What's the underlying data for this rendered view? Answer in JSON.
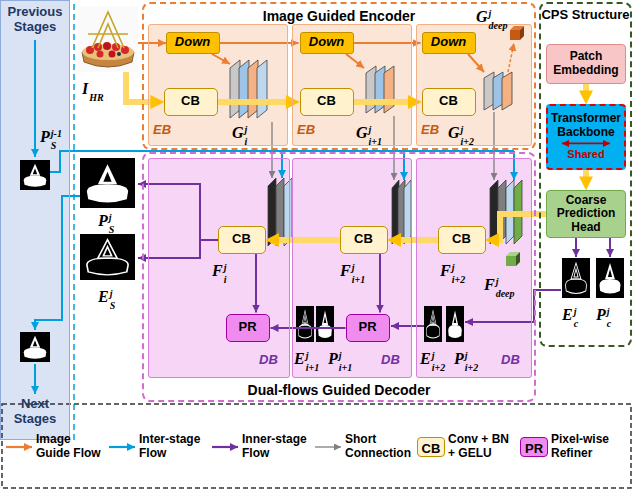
{
  "diagram": {
    "nodes": [
      {
        "text": [
          "Previous Stages",
          "Next Stages"
        ]
      },
      {
        "text": [
          "Image Guided Encoder"
        ]
      },
      {
        "text": [
          "EB"
        ],
        "in": 1
      },
      {
        "text": [
          "Down"
        ],
        "in": 2
      },
      {
        "text": [
          "CB"
        ],
        "in": 2
      },
      {
        "text": [
          "EB"
        ],
        "in": 1
      },
      {
        "text": [
          "Down"
        ],
        "in": 5
      },
      {
        "text": [
          "CB"
        ],
        "in": 5
      },
      {
        "text": [
          "EB"
        ],
        "in": 1
      },
      {
        "text": [
          "Down"
        ],
        "in": 8
      },
      {
        "text": [
          "CB"
        ],
        "in": 8
      },
      {
        "text": [
          "CPS Structure"
        ]
      },
      {
        "text": [
          "Patch Embedding"
        ],
        "in": 11
      },
      {
        "text": [
          "Transformer Backbone",
          "Shared"
        ],
        "in": 11
      },
      {
        "text": [
          "Coarse Prediction Head"
        ],
        "in": 11
      },
      {
        "text": [
          "Dual-flows Guided Decoder"
        ]
      },
      {
        "text": [
          "DB"
        ],
        "in": 15
      },
      {
        "text": [
          "CB"
        ],
        "in": 16
      },
      {
        "text": [
          "PR"
        ],
        "in": 16
      },
      {
        "text": [
          "DB"
        ],
        "in": 15
      },
      {
        "text": [
          "CB"
        ],
        "in": 19
      },
      {
        "text": [
          "PR"
        ],
        "in": 19
      },
      {
        "text": [
          "DB"
        ],
        "in": 15
      },
      {
        "text": [
          "CB"
        ],
        "in": 22
      }
    ],
    "edges": [
      {
        "from": 4,
        "to": 7,
        "arrow": "to"
      },
      {
        "from": 7,
        "to": 10,
        "arrow": "to"
      },
      {
        "from": 3,
        "to": 6,
        "arrow": "to"
      },
      {
        "from": 6,
        "to": 9,
        "arrow": "to"
      },
      {
        "from": 12,
        "to": 13,
        "arrow": "to"
      },
      {
        "from": 13,
        "to": 14,
        "arrow": "to"
      },
      {
        "from": 14,
        "to": 23,
        "arrow": "to"
      },
      {
        "from": 23,
        "to": 20,
        "arrow": "to"
      },
      {
        "from": 20,
        "to": 17,
        "arrow": "to"
      },
      {
        "from": 17,
        "to": 18,
        "arrow": "to"
      },
      {
        "from": 20,
        "to": 21,
        "arrow": "to"
      },
      {
        "from": 21,
        "to": 18,
        "arrow": "to"
      }
    ],
    "labels": [
      "I",
      "HR",
      "G",
      "i",
      "j",
      "G",
      "i+1",
      "j",
      "G",
      "i+2",
      "j",
      "G",
      "deep",
      "j",
      "P",
      "S",
      "j-1",
      "P",
      "S",
      "j",
      "E",
      "S",
      "j",
      "F",
      "i",
      "j",
      "F",
      "i+1",
      "j",
      "F",
      "i+2",
      "j",
      "F",
      "deep",
      "j",
      "E",
      "i+1",
      "j",
      "P",
      "i+1",
      "j",
      "E",
      "i+2",
      "j",
      "P",
      "i+2",
      "j",
      "E",
      "c",
      "j",
      "P",
      "c",
      "j",
      "CB",
      "PR"
    ],
    "legend": [
      {
        "text": "Image Guide Flow"
      },
      {
        "text": "Inter-stage Flow"
      },
      {
        "text": "Inner-stage Flow"
      },
      {
        "text": "Short Connection"
      },
      {
        "text": "Conv + BN + GELU",
        "color": "#fff2cc"
      },
      {
        "text": "Pixel-wise Refiner",
        "color": "#f08cf0"
      }
    ]
  }
}
